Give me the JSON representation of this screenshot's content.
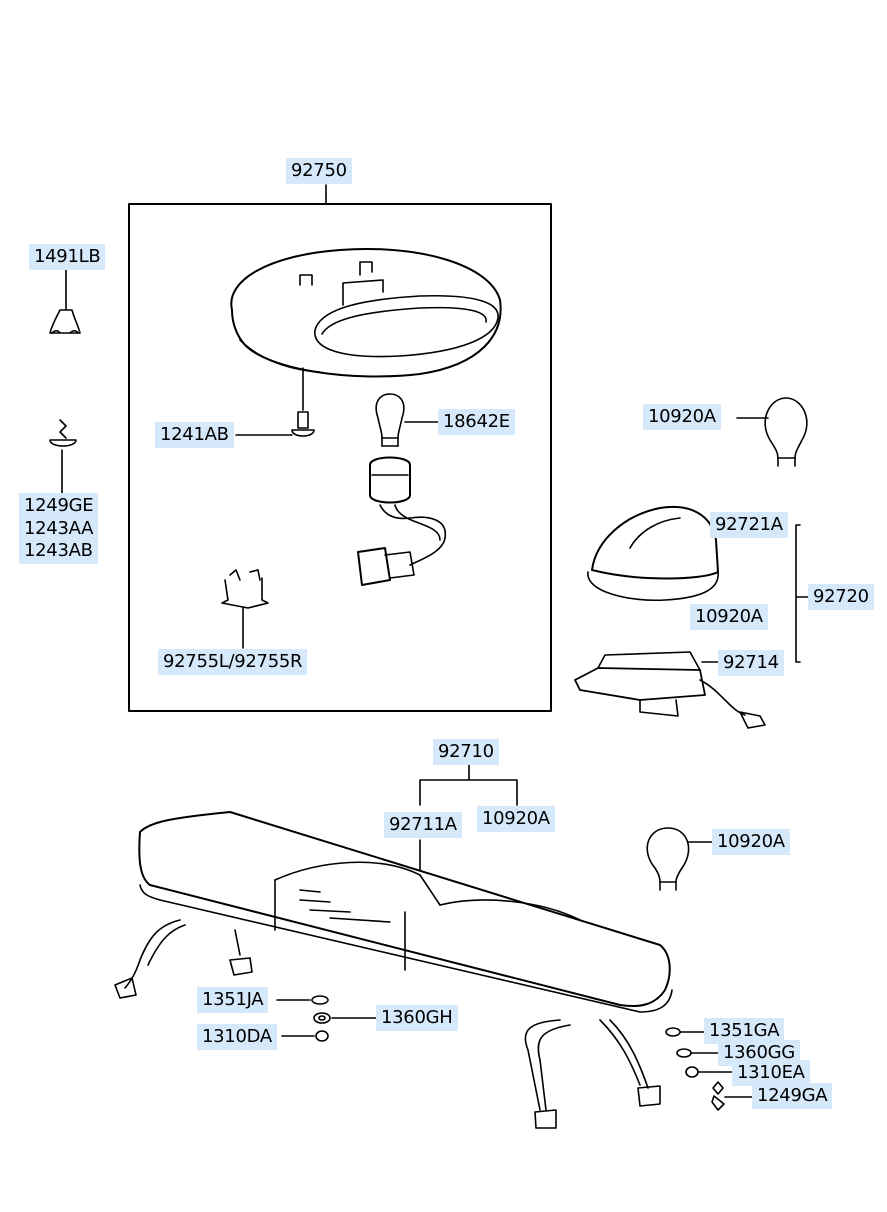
{
  "diagram": {
    "labels": {
      "assy_92750": "92750",
      "p1491LB": "1491LB",
      "p1241AB": "1241AB",
      "p18642E": "18642E",
      "p1249GE": "1249GE",
      "p1243AA": "1243AA",
      "p1243AB": "1243AB",
      "p92755": "92755L/92755R",
      "p10920A_bulb_top": "10920A",
      "p92721A": "92721A",
      "assy_92720": "92720",
      "p10920A_mid": "10920A",
      "p92714": "92714",
      "assy_92710": "92710",
      "p92711A": "92711A",
      "p10920A_bar": "10920A",
      "p10920A_bulb_bottom": "10920A",
      "p1351JA": "1351JA",
      "p1360GH": "1360GH",
      "p1310DA": "1310DA",
      "p1351GA": "1351GA",
      "p1360GG": "1360GG",
      "p1310EA": "1310EA",
      "p1249GA": "1249GA"
    },
    "colors": {
      "label_background": "#d6e9fb",
      "line": "#000000"
    }
  }
}
